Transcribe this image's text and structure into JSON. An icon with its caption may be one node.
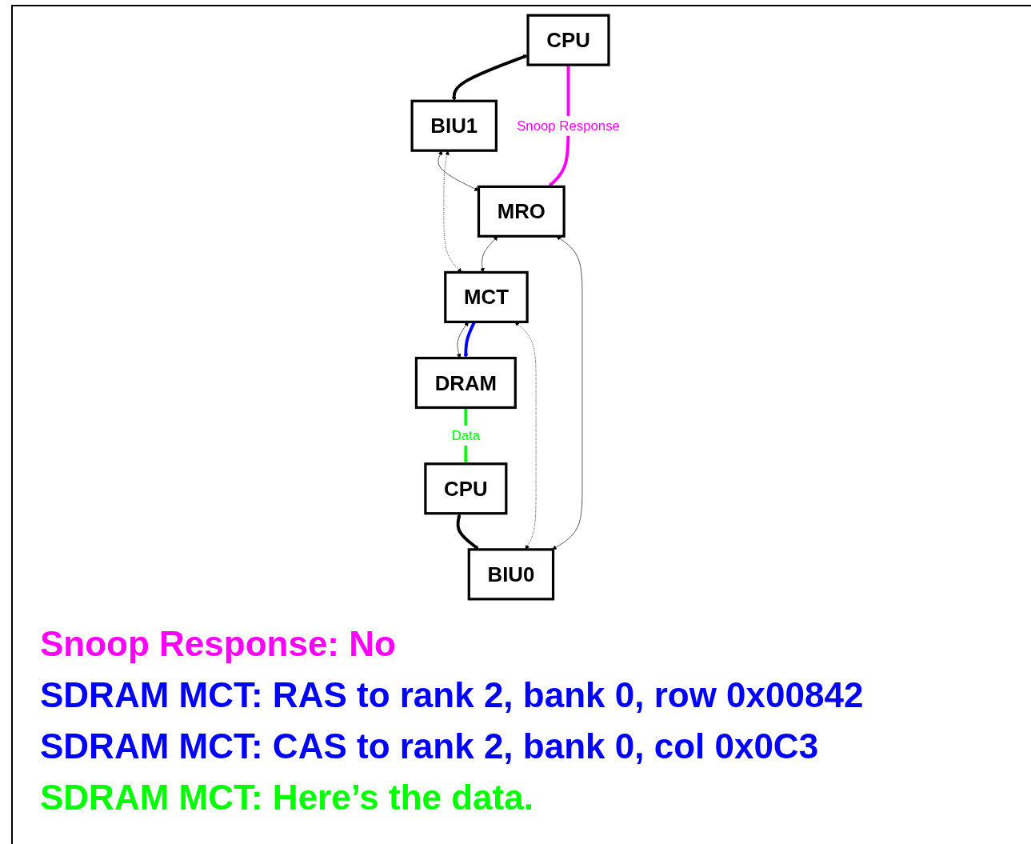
{
  "diagram": {
    "nodes": [
      {
        "text": [
          "CPU"
        ]
      },
      {
        "text": [
          "CPU"
        ]
      },
      {
        "text": [
          "BIU1"
        ]
      },
      {
        "text": [
          "BIU0"
        ]
      },
      {
        "text": [
          "MRO"
        ]
      },
      {
        "text": [
          "MCT"
        ]
      },
      {
        "text": [
          "DRAM"
        ]
      }
    ],
    "edges": [
      {
        "from": 0,
        "to": 2,
        "arrow": "both",
        "style": "thick"
      },
      {
        "from": 1,
        "to": 3,
        "arrow": "both",
        "style": "thick"
      },
      {
        "from": 2,
        "to": 4,
        "arrow": "both"
      },
      {
        "from": 3,
        "to": 4,
        "arrow": "both"
      },
      {
        "from": 2,
        "to": 5,
        "arrow": "both",
        "style": "dashed"
      },
      {
        "from": 3,
        "to": 5,
        "arrow": "both",
        "style": "dashed"
      },
      {
        "from": 4,
        "to": 5,
        "arrow": "both"
      },
      {
        "from": 5,
        "to": 6,
        "arrow": "both"
      },
      {
        "from": 0,
        "to": 4,
        "arrow": "to",
        "label": "Snoop Response",
        "style": "thick",
        "color": "#ff00ff"
      },
      {
        "from": 6,
        "to": 1,
        "arrow": "to",
        "label": "Data",
        "style": "thick",
        "color": "#00ff00"
      },
      {
        "from": 5,
        "to": 6,
        "arrow": "to",
        "style": "thick",
        "color": "#0000ff"
      }
    ],
    "labels": [
      "Snoop Response: No",
      "SDRAM MCT: RAS to rank 2, bank 0, row 0x00842",
      "SDRAM MCT: CAS to rank 2, bank 0, col 0x0C3",
      "SDRAM MCT: Here’s the data."
    ]
  }
}
